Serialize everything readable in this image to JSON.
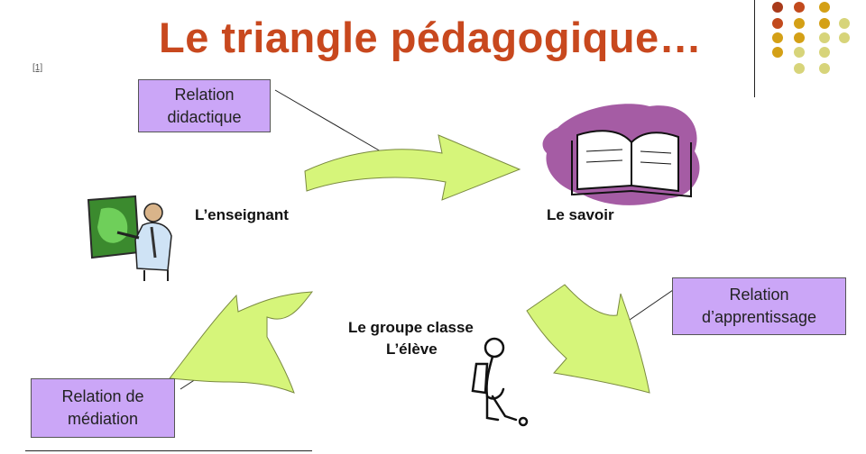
{
  "title": "Le triangle pédagogique…",
  "reference": "[1]",
  "nodes": {
    "teacher": "L’enseignant",
    "knowledge": "Le savoir",
    "student_line1": "Le groupe classe",
    "student_line2": "L’élève"
  },
  "relations": {
    "didactic": [
      "Relation",
      "didactique"
    ],
    "learning": [
      "Relation",
      "d’apprentissage"
    ],
    "mediation": [
      "Relation de",
      "médiation"
    ]
  },
  "colors": {
    "title": "#c8481e",
    "box_fill": "#cba6f7",
    "arrow_fill": "#d6f57a",
    "book_splash": "#9b4a9a"
  }
}
